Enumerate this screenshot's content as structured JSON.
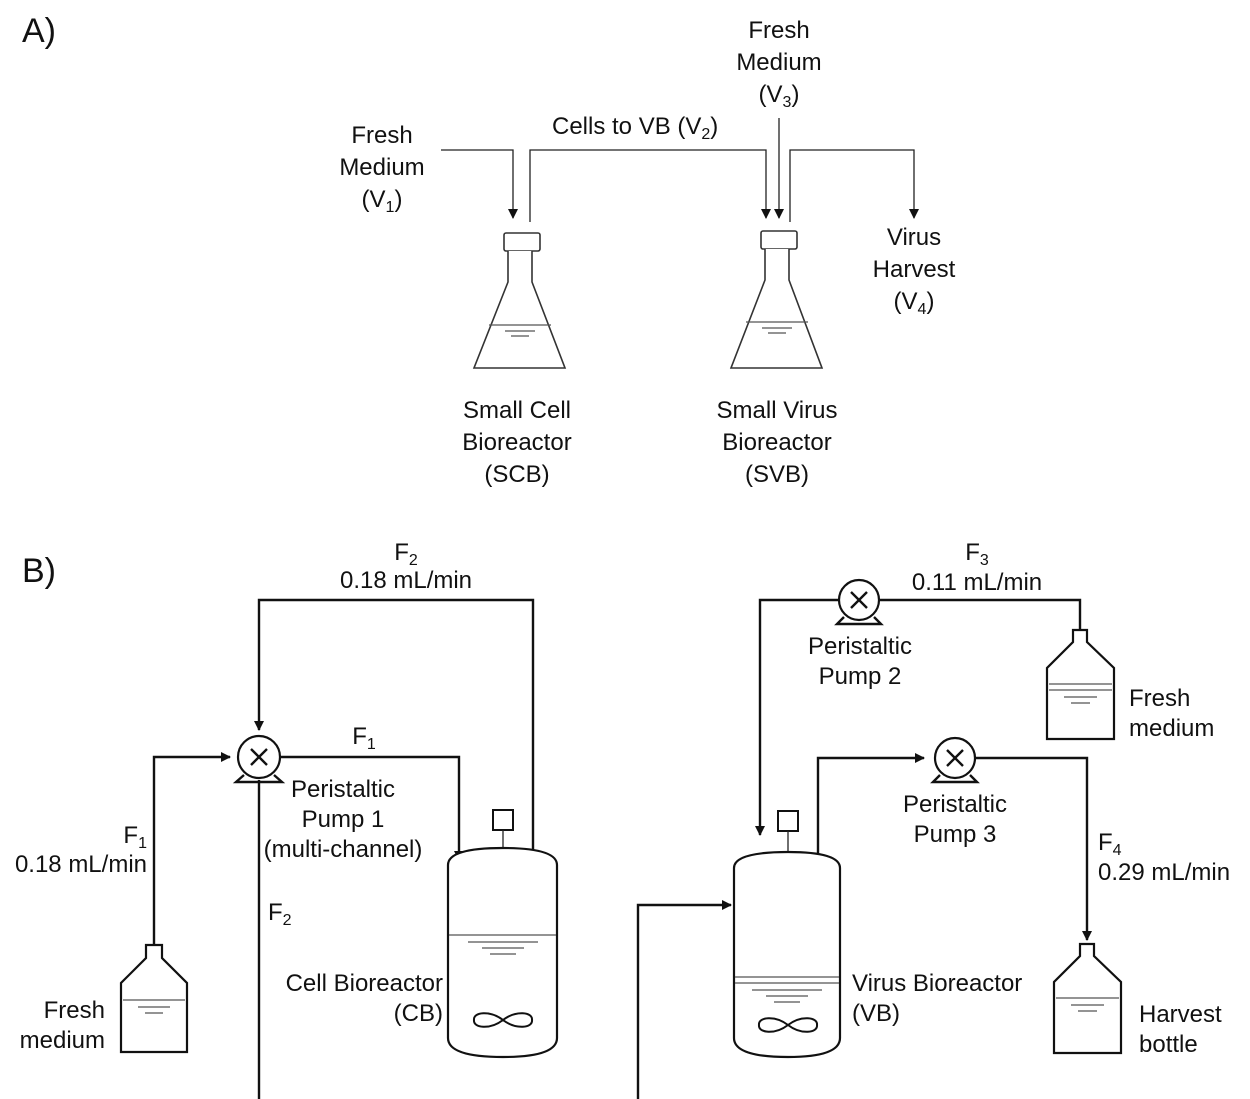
{
  "panel_a": {
    "panel_label": "A)",
    "fresh_medium_v1": {
      "line1": "Fresh",
      "line2": "Medium",
      "var": "V",
      "sub": "1"
    },
    "cells_to_vb": {
      "text": "Cells to VB (V",
      "sub": "2",
      "close": ")"
    },
    "fresh_medium_v3": {
      "line1": "Fresh",
      "line2": "Medium",
      "var": "V",
      "sub": "3"
    },
    "virus_harvest": {
      "line1": "Virus",
      "line2": "Harvest",
      "var": "V",
      "sub": "4"
    },
    "scb": {
      "line1": "Small Cell",
      "line2": "Bioreactor",
      "line3": "(SCB)"
    },
    "svb": {
      "line1": "Small Virus",
      "line2": "Bioreactor",
      "line3": "(SVB)"
    }
  },
  "panel_b": {
    "panel_label": "B)",
    "f2_top": {
      "var": "F",
      "sub": "2",
      "rate": "0.18 mL/min"
    },
    "f3_top": {
      "var": "F",
      "sub": "3",
      "rate": "0.11 mL/min"
    },
    "f1_mid": {
      "var": "F",
      "sub": "1"
    },
    "f1_left": {
      "var": "F",
      "sub": "1",
      "rate": "0.18 mL/min"
    },
    "f2_mid": {
      "var": "F",
      "sub": "2"
    },
    "f4_right": {
      "var": "F",
      "sub": "4",
      "rate": "0.29 mL/min"
    },
    "pump1": {
      "line1": "Peristaltic",
      "line2": "Pump 1",
      "line3": "(multi-channel)"
    },
    "pump2": {
      "line1": "Peristaltic",
      "line2": "Pump 2"
    },
    "pump3": {
      "line1": "Peristaltic",
      "line2": "Pump 3"
    },
    "fresh_medium_left": {
      "line1": "Fresh",
      "line2": "medium"
    },
    "fresh_medium_right": {
      "line1": "Fresh",
      "line2": "medium"
    },
    "cell_bioreactor": {
      "line1": "Cell Bioreactor",
      "line2": "(CB)"
    },
    "virus_bioreactor": {
      "line1": "Virus Bioreactor",
      "line2": "(VB)"
    },
    "harvest_bottle": {
      "line1": "Harvest",
      "line2": "bottle"
    }
  }
}
